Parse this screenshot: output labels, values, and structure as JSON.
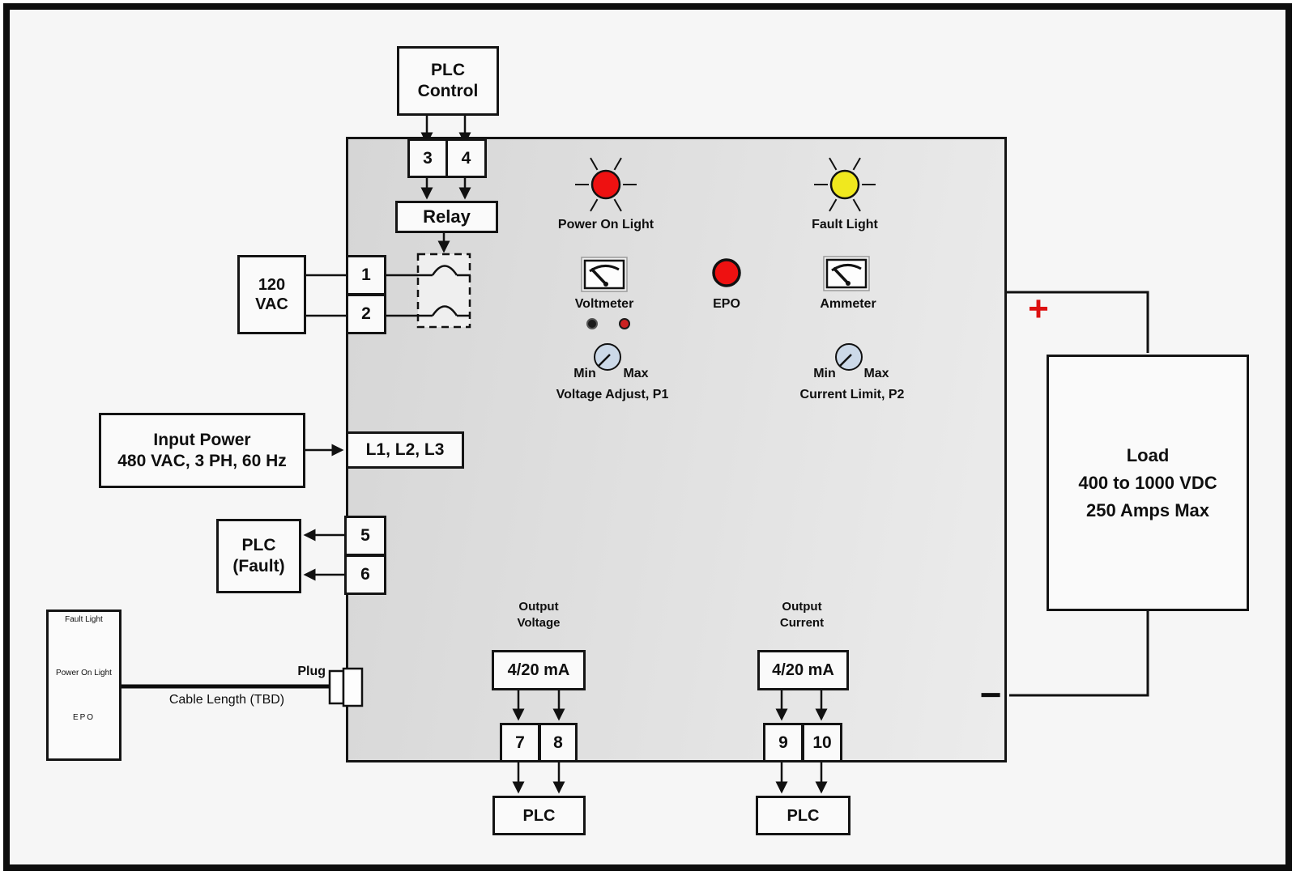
{
  "plc_control": {
    "lines": [
      "PLC",
      "Control"
    ]
  },
  "terminals": [
    "1",
    "2",
    "3",
    "4",
    "5",
    "6",
    "7",
    "8",
    "9",
    "10"
  ],
  "relay": {
    "label": "Relay"
  },
  "source_120": {
    "lines": [
      "120",
      "VAC"
    ]
  },
  "input_power": {
    "lines": [
      "Input Power",
      "480 VAC, 3 PH, 60 Hz"
    ]
  },
  "input_terminal": {
    "label": "L1, L2, L3"
  },
  "plc_fault": {
    "lines": [
      "PLC",
      "(Fault)"
    ]
  },
  "indicators": {
    "power_on": "Power On Light",
    "fault": "Fault Light"
  },
  "meters": {
    "voltmeter": "Voltmeter",
    "ammeter": "Ammeter",
    "epo": "EPO"
  },
  "knobs": {
    "p1": {
      "min": "Min",
      "max": "Max",
      "label": "Voltage Adjust, P1"
    },
    "p2": {
      "min": "Min",
      "max": "Max",
      "label": "Current Limit, P2"
    }
  },
  "output_voltage": {
    "title": [
      "Output",
      "Voltage"
    ],
    "signal": "4/20 mA",
    "plc": "PLC"
  },
  "output_current": {
    "title": [
      "Output",
      "Current"
    ],
    "signal": "4/20 mA",
    "plc": "PLC"
  },
  "load": {
    "lines": [
      "Load",
      "400 to 1000 VDC",
      "250 Amps Max"
    ]
  },
  "polarity": {
    "plus": "+",
    "minus": "−"
  },
  "remote_panel": {
    "fault_light": "Fault Light",
    "power_on_light": "Power On Light",
    "epo": "EPO"
  },
  "cable": {
    "plug": "Plug",
    "length": "Cable Length (TBD)"
  },
  "colors": {
    "red_light": "#ee1111",
    "yellow_light": "#f0e81e",
    "epo_red": "#ee1111",
    "knob_fill": "#ccd9e8",
    "plus_red": "#dd1111",
    "jack_black": "#1a1a1a",
    "jack_red": "#cc2222"
  }
}
